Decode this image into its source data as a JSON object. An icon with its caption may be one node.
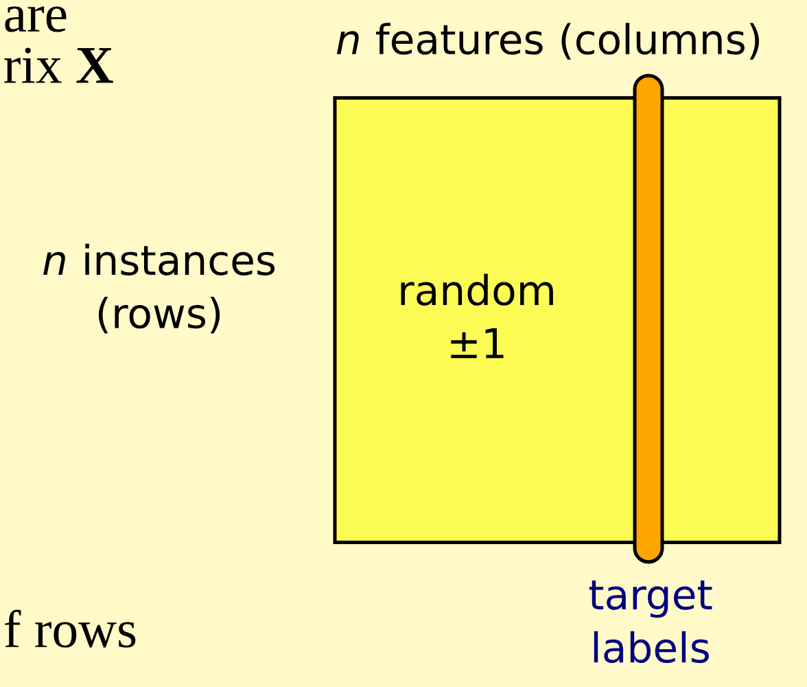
{
  "diagram": {
    "nodes": [
      {
        "text": [
          "random ±1"
        ]
      },
      {
        "text": [],
        "shape": "bar",
        "beside": [
          "target labels"
        ]
      }
    ],
    "labels": [
      "are",
      "rix **X**",
      "*n* features (columns)",
      "*n* instances (rows)",
      "f rows"
    ]
  }
}
